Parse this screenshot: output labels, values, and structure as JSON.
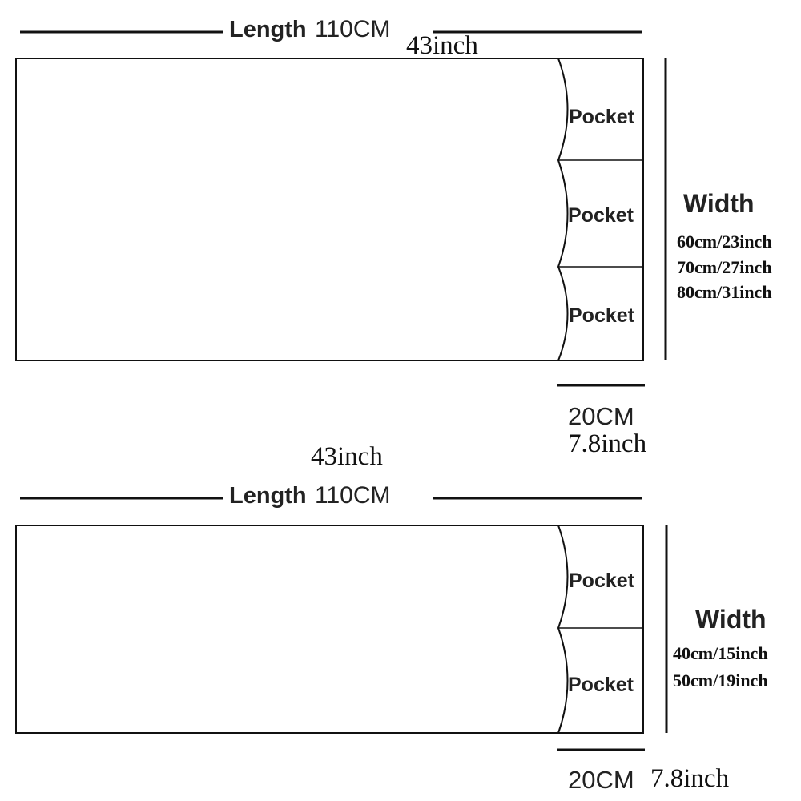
{
  "diagrams": [
    {
      "length_label": "Length",
      "length_value": "110CM",
      "length_inch": "43inch",
      "pocket_width_cm": "20CM",
      "pocket_width_inch": "7.8inch",
      "width_label": "Width",
      "width_sizes": [
        "60cm/23inch",
        "70cm/27inch",
        "80cm/31inch"
      ],
      "pockets": [
        "Pocket",
        "Pocket",
        "Pocket"
      ]
    },
    {
      "length_label": "Length",
      "length_value": "110CM",
      "length_inch": "43inch",
      "pocket_width_cm": "20CM",
      "pocket_width_inch": "7.8inch",
      "width_label": "Width",
      "width_sizes": [
        "40cm/15inch",
        "50cm/19inch"
      ],
      "pockets": [
        "Pocket",
        "Pocket"
      ]
    }
  ]
}
